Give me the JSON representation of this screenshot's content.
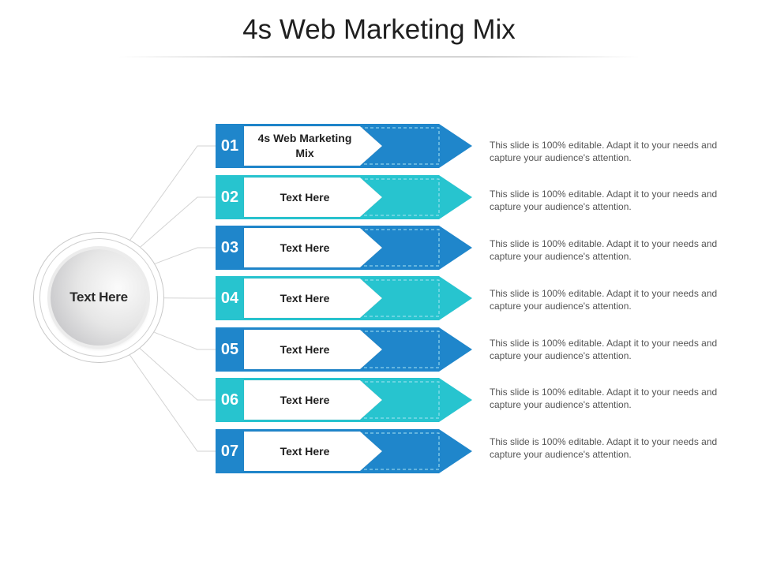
{
  "title": "4s Web Marketing Mix",
  "hub": {
    "label": "Text Here"
  },
  "colors": {
    "dark": "#1f86cb",
    "light": "#27c4cf",
    "dashed": "#a9e4f3"
  },
  "items": [
    {
      "number": "01",
      "label": "4s Web Marketing Mix",
      "description": "This slide is 100% editable. Adapt it to your needs and capture your audience's attention.",
      "tone": "dark"
    },
    {
      "number": "02",
      "label": "Text Here",
      "description": "This slide is 100% editable. Adapt it to your needs and capture your audience's attention.",
      "tone": "light"
    },
    {
      "number": "03",
      "label": "Text Here",
      "description": "This slide is 100% editable. Adapt it to your needs and capture your audience's attention.",
      "tone": "dark"
    },
    {
      "number": "04",
      "label": "Text Here",
      "description": "This slide is 100% editable. Adapt it to your needs and capture your audience's attention.",
      "tone": "light"
    },
    {
      "number": "05",
      "label": "Text Here",
      "description": "This slide is 100% editable. Adapt it to your needs and capture your audience's attention.",
      "tone": "dark"
    },
    {
      "number": "06",
      "label": "Text Here",
      "description": "This slide is 100% editable. Adapt it to your needs and capture your audience's attention.",
      "tone": "light"
    },
    {
      "number": "07",
      "label": "Text Here",
      "description": "This slide is 100% editable. Adapt it to your needs and capture your audience's attention.",
      "tone": "dark"
    }
  ]
}
